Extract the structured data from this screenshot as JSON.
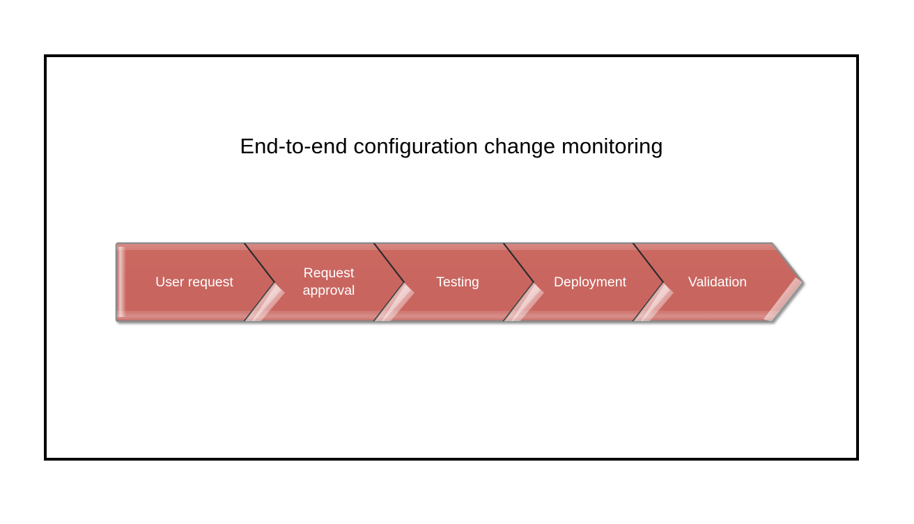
{
  "slide": {
    "title": "End-to-end configuration change monitoring",
    "background_color": "#ffffff",
    "frame_color": "#000000"
  },
  "process": {
    "name": "end-to-end-configuration-change-monitoring-process",
    "accent_color": "#c9655f",
    "accent_color_light": "#d98a84",
    "accent_color_dark": "#b9554f",
    "label_color": "#ffffff",
    "outline_color": "#8a8a8a",
    "separator_color": "#2b2b2b",
    "steps": [
      {
        "id": "user-request",
        "label": "User request",
        "lines": [
          "User request"
        ]
      },
      {
        "id": "request-approval",
        "label": "Request approval",
        "lines": [
          "Request",
          "approval"
        ]
      },
      {
        "id": "testing",
        "label": "Testing",
        "lines": [
          "Testing"
        ]
      },
      {
        "id": "deployment",
        "label": "Deployment",
        "lines": [
          "Deployment"
        ]
      },
      {
        "id": "validation",
        "label": "Validation",
        "lines": [
          "Validation"
        ]
      }
    ]
  }
}
